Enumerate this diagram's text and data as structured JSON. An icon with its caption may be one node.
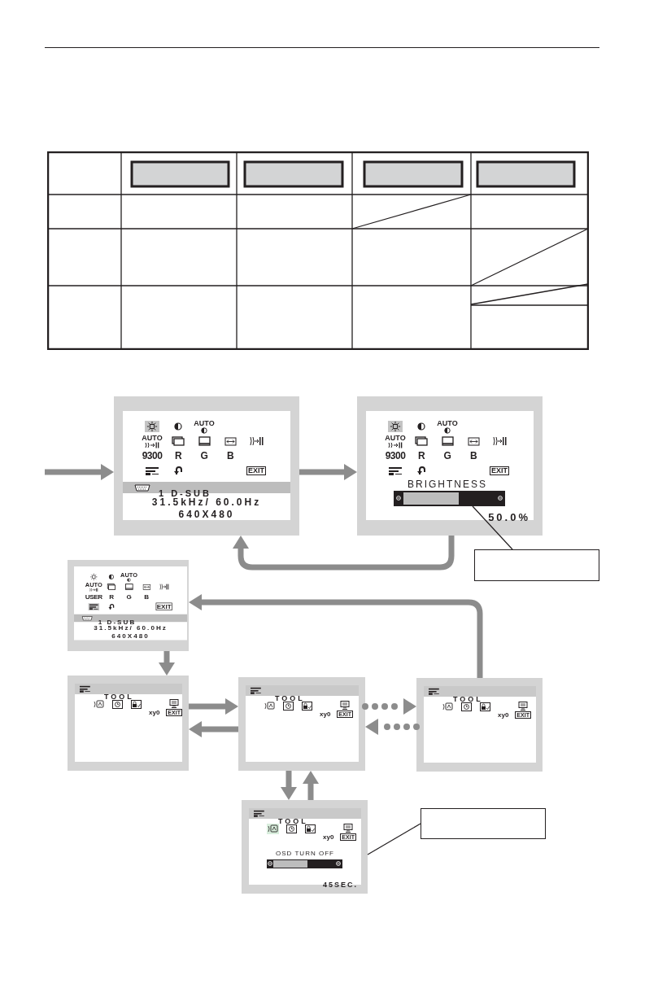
{
  "diagram": {
    "nodes": [
      {
        "text": [
          "AUTO",
          "AUTO",
          "9300",
          "R",
          "G",
          "B",
          "EXIT",
          "1 D-SUB",
          "31.5kHz/ 60.0Hz",
          "640X480"
        ]
      },
      {
        "text": [
          "AUTO",
          "AUTO",
          "9300",
          "R",
          "G",
          "B",
          "EXIT",
          "BRIGHTNESS",
          "50.0%"
        ]
      },
      {
        "text": [],
        "shape": "bar",
        "in": 1
      },
      {
        "text": [],
        "shape": "box"
      },
      {
        "text": [
          "AUTO",
          "AUTO",
          "USER",
          "R",
          "G",
          "B",
          "EXIT",
          "1 D-SUB",
          "31.5kHz/ 60.0Hz",
          "640X480"
        ]
      },
      {
        "text": [
          "TOOL",
          "xy0",
          "EXIT"
        ]
      },
      {
        "text": [
          "TOOL",
          "xy0",
          "EXIT"
        ]
      },
      {
        "text": [
          "TOOL",
          "xy0",
          "EXIT"
        ]
      },
      {
        "text": [
          "TOOL",
          "xy0",
          "EXIT",
          "OSD TURN OFF",
          "45SEC."
        ]
      },
      {
        "text": [],
        "shape": "box"
      }
    ],
    "edges": [
      {
        "from": null,
        "to": 0,
        "arrow": "to"
      },
      {
        "from": 0,
        "to": 1,
        "arrow": "to"
      },
      {
        "from": 1,
        "to": 0,
        "arrow": "to"
      },
      {
        "from": 3,
        "to": 2,
        "arrow": "none",
        "color": "#231f20"
      },
      {
        "from": 7,
        "to": 4,
        "arrow": "to"
      },
      {
        "from": 4,
        "to": 5,
        "arrow": "to"
      },
      {
        "from": 5,
        "to": 6,
        "arrow": "to"
      },
      {
        "from": 6,
        "to": 5,
        "arrow": "to"
      },
      {
        "from": 6,
        "to": 7,
        "arrow": "to",
        "style": "dashed"
      },
      {
        "from": 7,
        "to": 6,
        "arrow": "to",
        "style": "dashed"
      },
      {
        "from": 6,
        "to": 8,
        "arrow": "to"
      },
      {
        "from": 8,
        "to": 6,
        "arrow": "to"
      },
      {
        "from": 9,
        "to": 8,
        "arrow": "none",
        "color": "#231f20"
      }
    ]
  }
}
